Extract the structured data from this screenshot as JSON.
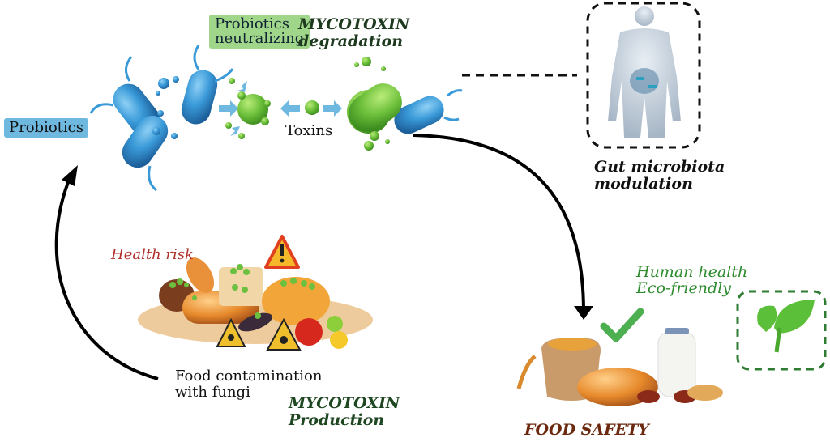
{
  "title": "Probiotic mycotoxin degradation cycle",
  "colors": {
    "probiotic_blue": "#3a9ad8",
    "probiotic_label_bg": "#6fb9e0",
    "neutralizing_label_bg": "#9fd68a",
    "toxin_green": "#6cbf3a",
    "dark_green_text": "#1e4620",
    "health_risk_red": "#b0302a",
    "eco_green_text": "#2e8b2e",
    "food_safety_brown": "#6b2a10",
    "arrow": "#000000"
  },
  "labels": {
    "probiotics": "Probiotics",
    "probiotics_neutralizing_line1": "Probiotics",
    "probiotics_neutralizing_line2": "neutralizing",
    "mycotoxin_degradation_line1": "MYCOTOXIN",
    "mycotoxin_degradation_line2": "degradation",
    "toxins": "Toxins",
    "gut_line1": "Gut microbiota",
    "gut_line2": "modulation",
    "health_risk": "Health risk",
    "food_contamination_line1": "Food contamination",
    "food_contamination_line2": "with fungi",
    "mycotoxin_production_line1": "MYCOTOXIN",
    "mycotoxin_production_line2": "Production",
    "human_health": "Human health",
    "eco_friendly": "Eco-friendly",
    "food_safety": "FOOD SAFETY"
  },
  "icons": {
    "bacteria": "probiotic-bacteria-icon",
    "toxin": "toxin-sphere-icon",
    "human_body": "human-body-icon",
    "warning": "warning-triangle-icon",
    "radiation": "radiation-hazard-icon",
    "check": "checkmark-icon",
    "leaf": "leaf-icon",
    "contaminated_food": "contaminated-food-icon",
    "safe_food": "safe-food-icon"
  }
}
